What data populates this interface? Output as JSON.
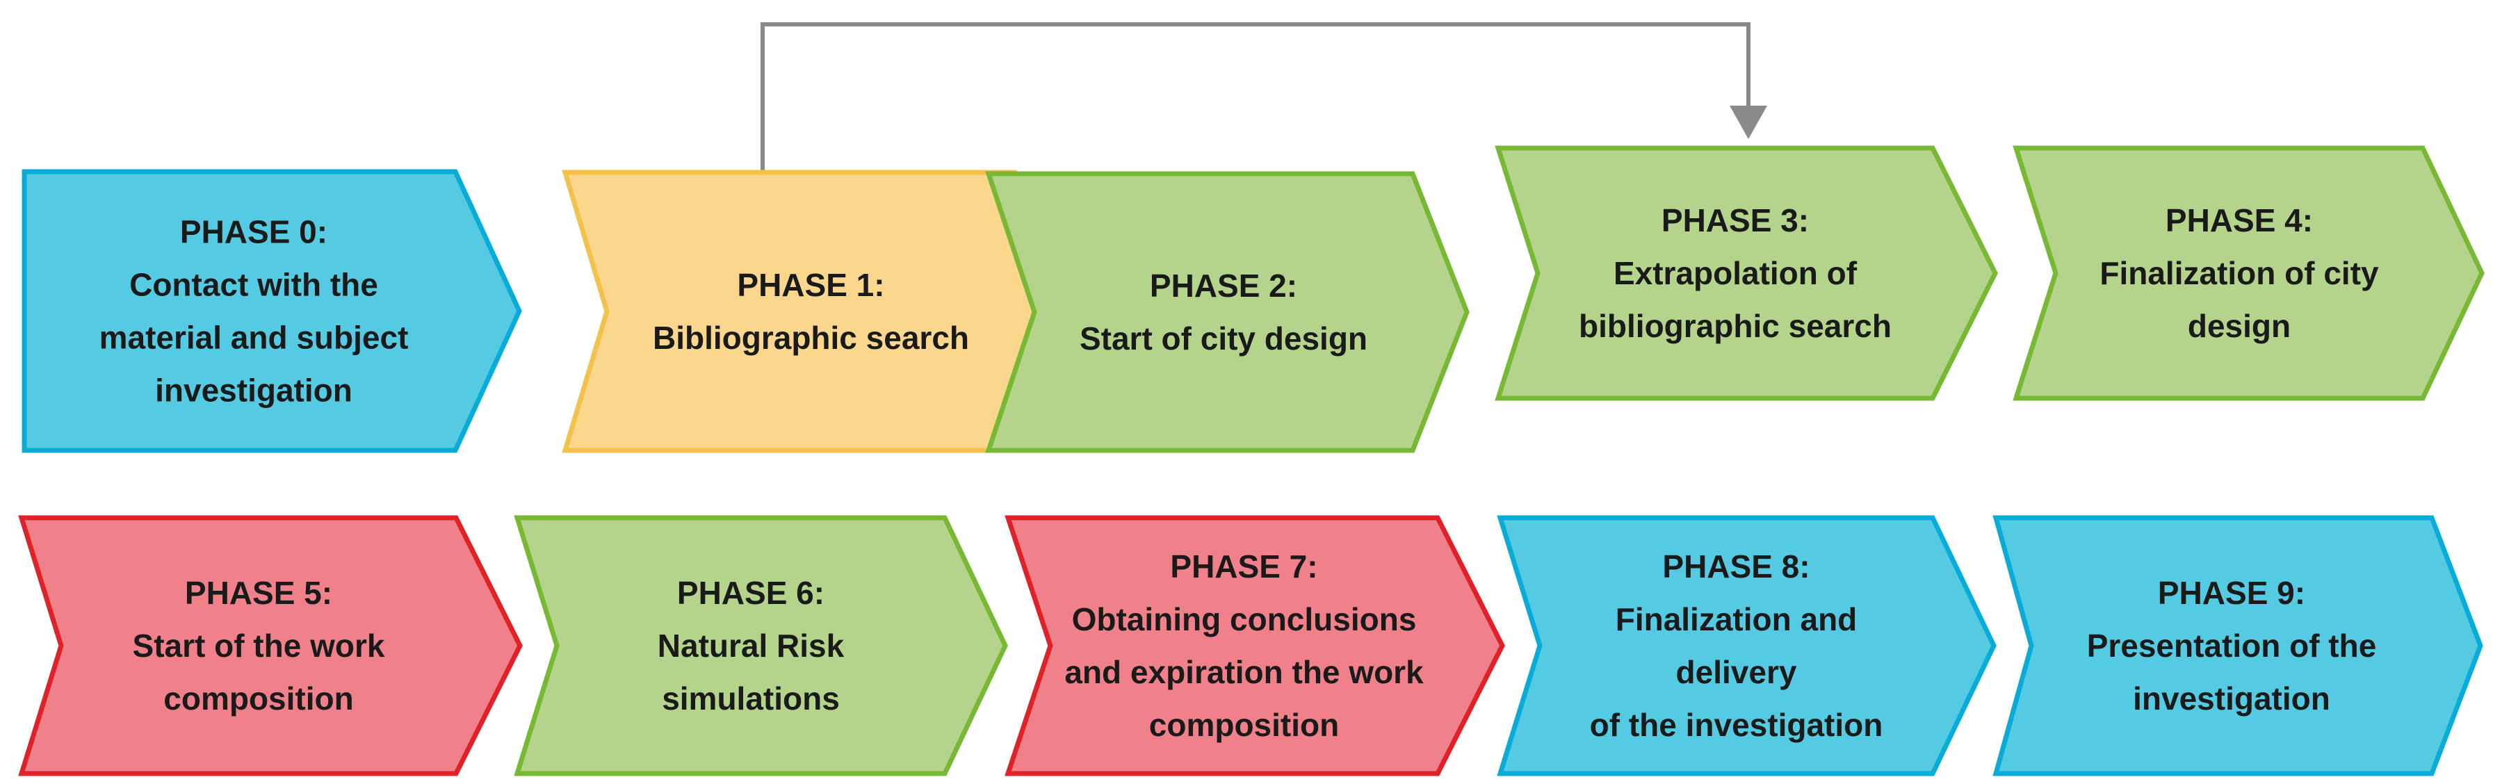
{
  "diagram": {
    "background": "#FFFFFF",
    "text_color": "#1A1A1A",
    "colors": {
      "cyan": {
        "fill": "#55CAE3",
        "border": "#09ACD8"
      },
      "yellow": {
        "fill": "#FBD78E",
        "border": "#F4C14A"
      },
      "green": {
        "fill": "#B5D48B",
        "border": "#77B834"
      },
      "red": {
        "fill": "#F0818A",
        "border": "#E02128"
      }
    },
    "connector": {
      "from": "PHASE 1",
      "to": "PHASE 3",
      "color": "#8A8A8A"
    },
    "phases": [
      {
        "label": "PHASE 0:",
        "lines": [
          "Contact with the",
          "material and subject",
          "investigation"
        ],
        "color": "cyan"
      },
      {
        "label": "PHASE 1:",
        "lines": [
          "Bibliographic search"
        ],
        "color": "yellow"
      },
      {
        "label": "PHASE 2:",
        "lines": [
          "Start of city design"
        ],
        "color": "green"
      },
      {
        "label": "PHASE 3:",
        "lines": [
          "Extrapolation of",
          "bibliographic search"
        ],
        "color": "green"
      },
      {
        "label": "PHASE 4:",
        "lines": [
          "Finalization of city",
          "design"
        ],
        "color": "green"
      },
      {
        "label": "PHASE 5:",
        "lines": [
          "Start of the work",
          "composition"
        ],
        "color": "red"
      },
      {
        "label": "PHASE 6:",
        "lines": [
          "Natural Risk",
          "simulations"
        ],
        "color": "green"
      },
      {
        "label": "PHASE 7:",
        "lines": [
          "Obtaining conclusions",
          "and expiration the work",
          "composition"
        ],
        "color": "red"
      },
      {
        "label": "PHASE 8:",
        "lines": [
          "Finalization and",
          "delivery",
          "of the investigation"
        ],
        "color": "cyan"
      },
      {
        "label": "PHASE 9:",
        "lines": [
          "Presentation of the",
          "investigation"
        ],
        "color": "cyan"
      }
    ]
  }
}
